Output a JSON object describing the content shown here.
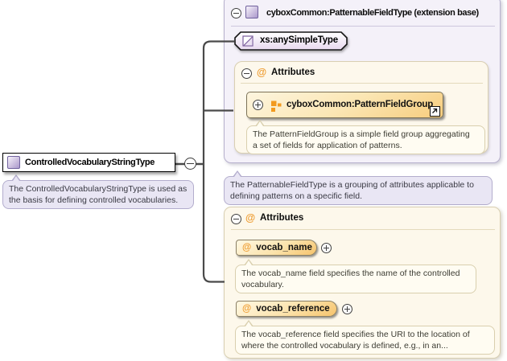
{
  "colors": {
    "accent_orange": "#ee9d33",
    "connector_line": "#4a4a4a",
    "purple_panel_bg": "#f4f1f9",
    "cream_panel_bg": "#fdf8eb"
  },
  "main_element": {
    "name": "ControlledVocabularyStringType",
    "doc": "The ControlledVocabularyStringType is used as\nthe basis for defining controlled vocabularies."
  },
  "base_panel": {
    "title": "cyboxCommon:PatternableFieldType (extension base)",
    "base_type": "xs:anySimpleType",
    "doc": "The PatternableFieldType is a grouping of attributes applicable to\ndefining patterns on a specific field.",
    "attributes": {
      "header": "Attributes",
      "group": {
        "name": "cyboxCommon:PatternFieldGroup",
        "doc": "The PatternFieldGroup is a simple field group aggregating\na set of fields for application of patterns."
      }
    }
  },
  "attributes_panel": {
    "header": "Attributes",
    "items": [
      {
        "name": "vocab_name",
        "doc": "The vocab_name field specifies the name of the controlled\nvocabulary."
      },
      {
        "name": "vocab_reference",
        "doc": "The vocab_reference field specifies the URI to the location of\nwhere the controlled vocabulary is defined, e.g., in an..."
      }
    ]
  }
}
